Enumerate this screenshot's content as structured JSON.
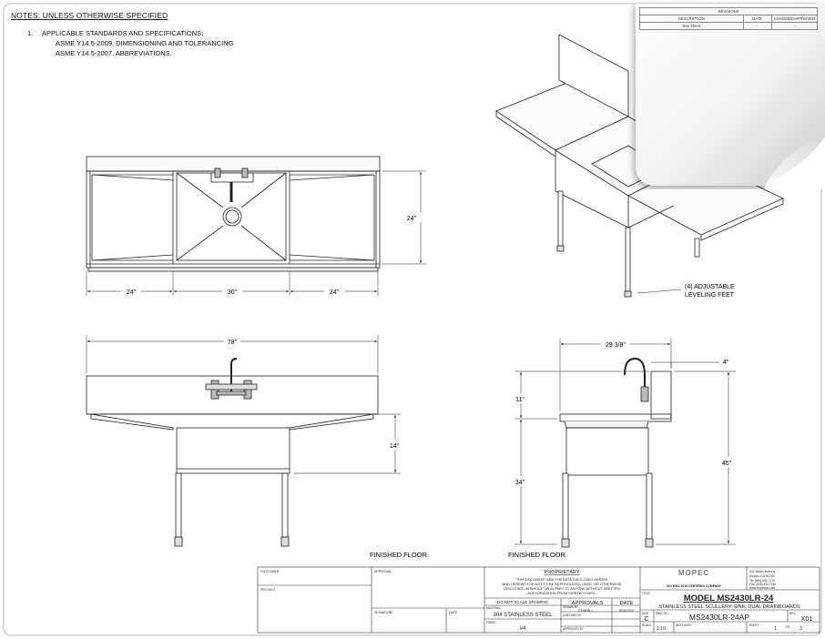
{
  "notes": {
    "title": "NOTES: UNLESS OTHERWISE SPECIFIED",
    "item_number": "1.",
    "item_text": "APPLICABLE STANDARDS AND SPECIFICATIONS;",
    "sub_1": "ASME Y14.5-2009, DIMENSIONING AND TOLERANCING",
    "sub_2": "ASME Y14.5-2007, ABBREVIATIONS."
  },
  "dimensions": {
    "top_left_drainboard": "24\"",
    "top_sink": "30\"",
    "top_right_drainboard": "24\"",
    "top_depth": "24\"",
    "front_overall": "78\"",
    "front_bowl_depth": "14\"",
    "side_depth": "29 3/8\"",
    "side_backsplash": "4\"",
    "side_splash_height": "11\"",
    "side_work_height": "34\"",
    "side_overall_height": "45\""
  },
  "labels": {
    "leveling_feet_1": "(4) ADJUSTABLE",
    "leveling_feet_2": "LEVELING FEET",
    "finished_floor_front": "FINISHED FLOOR",
    "finished_floor_side": "FINISHED FLOOR"
  },
  "revisions": {
    "title": "REVISIONS",
    "col_description": "DESCRIPTION",
    "col_date": "DATE",
    "col_changed": "CHANGED/APPROVED",
    "row_description": "See Sheet",
    "row_date": "-",
    "row_changed": "-"
  },
  "title_block": {
    "customer_label": "CUSTOMER",
    "approval_label": "APPROVAL",
    "project_label": "PROJECT",
    "signature_label": "SIGNATURE",
    "date_label": "DATE",
    "proprietary_title": "PROPRIETARY",
    "proprietary_1": "THIS DOCUMENT AND THE DATA DISCLOSED HEREIN",
    "proprietary_2": "AND HEREWITH IS NOT TO BE REPRODUCED, USED, OR OTHERWISE",
    "proprietary_3": "DISCLOSED IN WHOLE OR IN PART TO ANYONE WITHOUT WRITTEN",
    "proprietary_4": "AUTHORIZATION FROM MORTECH MFG.",
    "do_not_scale": "DO NOT SCALE DRAWING",
    "approvals": "APPROVALS",
    "date_header": "DATE",
    "material_label": "MATERIAL",
    "material": "304 STAINLESS STEEL",
    "drawn_by_label": "DRAWN BY",
    "drawn_by": "EDWIN L.",
    "drawn_date": "8/26/2020",
    "checked_by_label": "CHECKED BY",
    "finish_label": "FINISH",
    "finish": "#4",
    "approved_by_label": "APPROVED BY",
    "company": "MOPEC",
    "company_tag": "ISO 9001:2015 CERTIFIED COMPANY",
    "address_1": "411 North Avenue",
    "address_2": "Azusa, CA 91702",
    "phone_1": "Tel: (800) 635-7130",
    "phone_2": "Fax: (626) 334-7136",
    "web": "www.mopecinc.com",
    "title_label": "TITLE",
    "model": "MODEL MS2430LR-24",
    "description": "STAINLESS STEEL SCULLERY SINK, DUAL DRAINBOARDS",
    "size_label": "SIZE",
    "size": "C",
    "dwg_label": "DWG NO.",
    "dwg_no": "MS2430LR-24AP",
    "rev_label": "REV",
    "rev": "X01",
    "scale_label": "SCALE",
    "scale": "1:10",
    "next_assy_label": "NEXT ASSY",
    "sheet_label": "SHEET",
    "sheet_no": "1",
    "of_label": "OF",
    "sheet_total": "3"
  }
}
